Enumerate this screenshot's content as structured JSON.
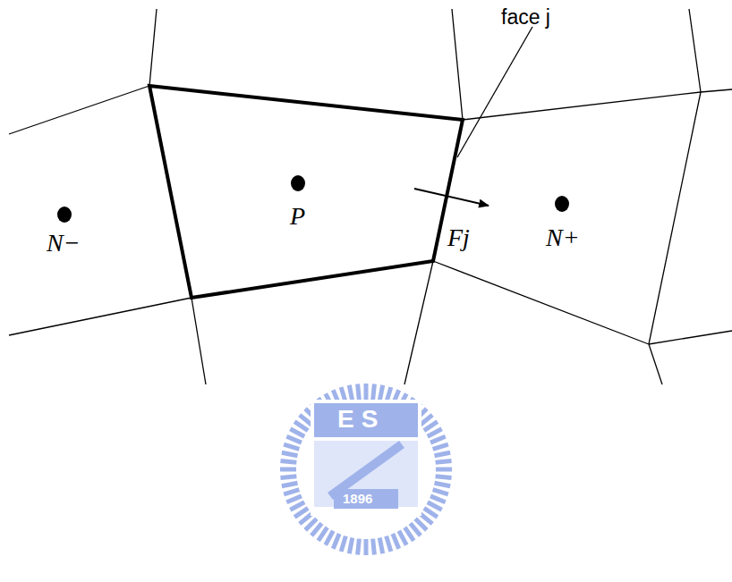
{
  "diagram": {
    "labels": [
      "face j",
      "P",
      "N−",
      "N+",
      "Fj",
      "ES",
      "1896"
    ]
  }
}
